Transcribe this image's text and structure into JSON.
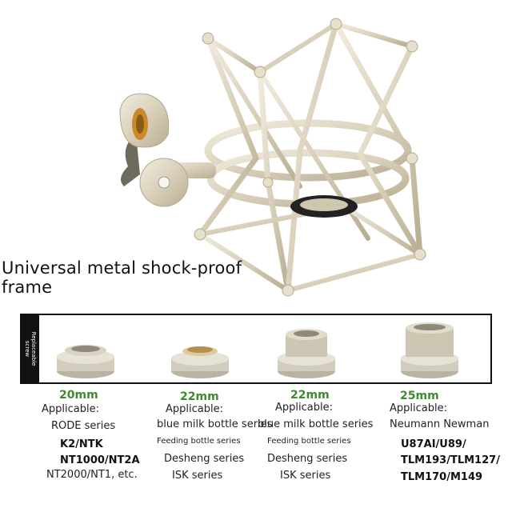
{
  "headline": {
    "line1": "Universal metal shock-proof",
    "line2": "frame"
  },
  "panel": {
    "side_label_line1": "Replaceable",
    "side_label_line2": "screw"
  },
  "columns": [
    {
      "size": "20mm",
      "applicable": "Applicable:",
      "lines": [
        "RODE series",
        "K2/NTK",
        "NT1000/NT2A",
        "NT2000/NT1, etc."
      ]
    },
    {
      "size": "22mm",
      "applicable": "Applicable:",
      "lines": [
        "blue milk bottle series",
        "Feeding bottle series",
        "Desheng series",
        "ISK series"
      ]
    },
    {
      "size": "22mm",
      "applicable": "Applicable:",
      "lines": [
        "blue milk bottle series",
        "Feeding bottle series",
        "Desheng series",
        "ISK series"
      ]
    },
    {
      "size": "25mm",
      "applicable": "Applicable:",
      "lines": [
        "Neumann Newman",
        "U87AI/U89/",
        "TLM193/TLM127/",
        "TLM170/M149"
      ]
    }
  ],
  "colors": {
    "metal": "#d8cfb8",
    "size_text": "#3f8a2e",
    "panel_border": "#111111"
  }
}
